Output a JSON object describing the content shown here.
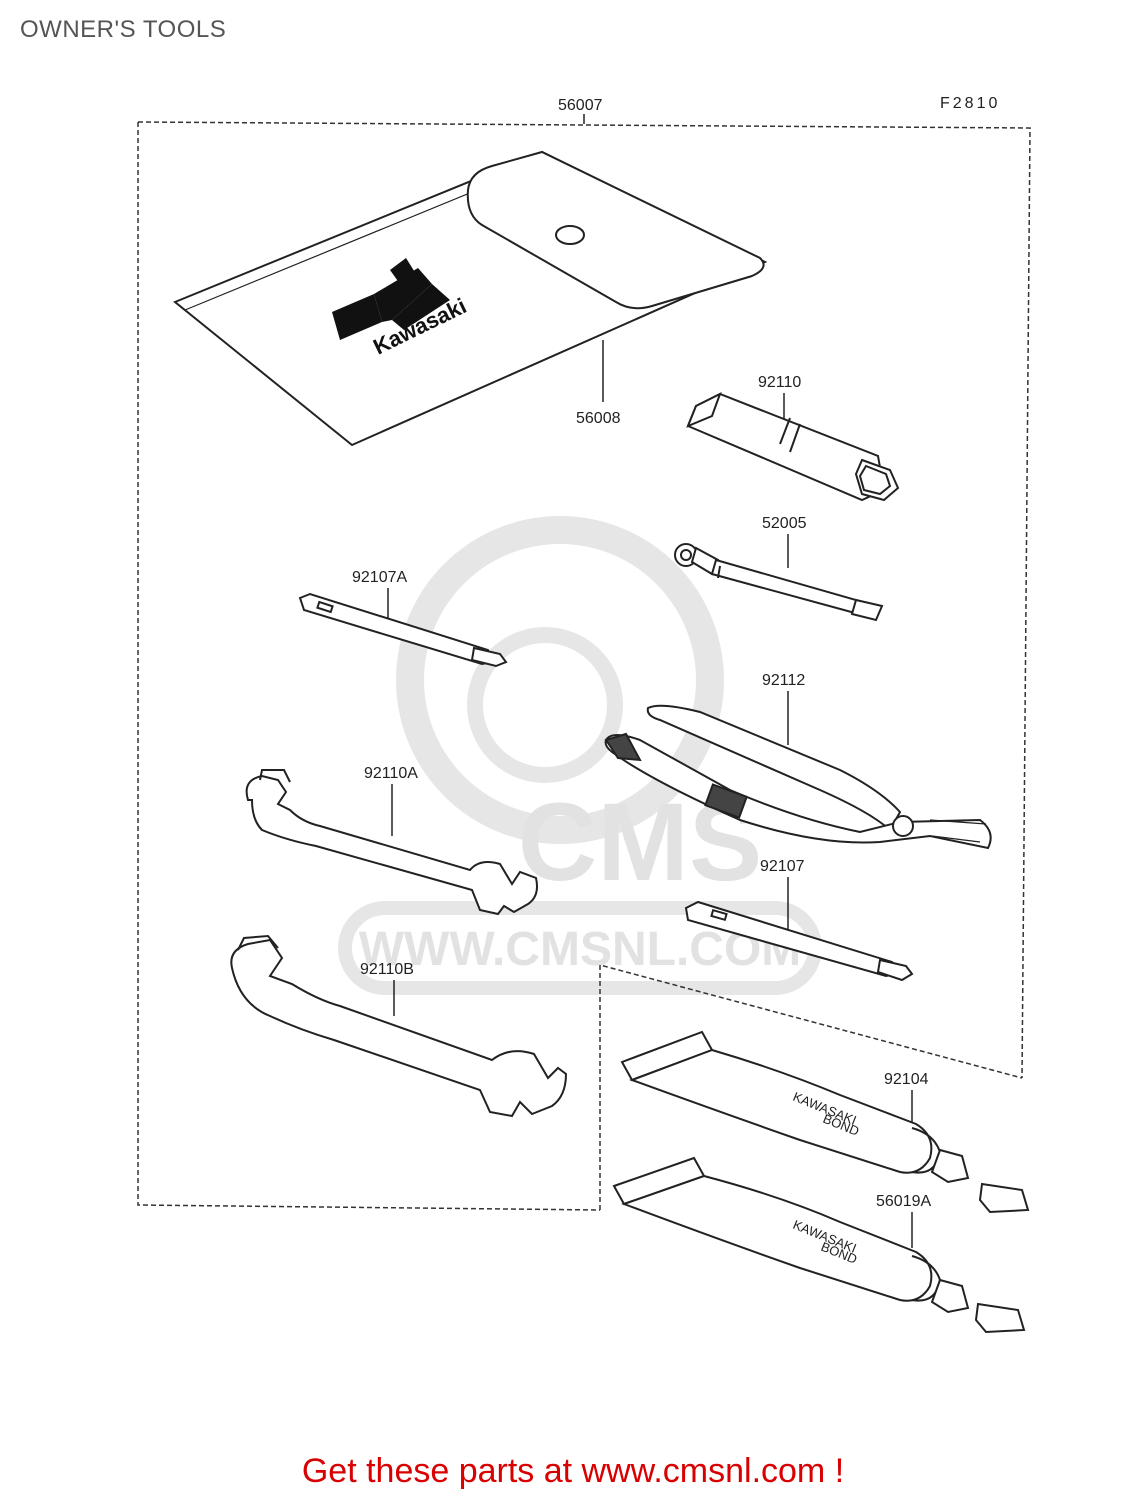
{
  "page": {
    "title": "OWNER'S TOOLS",
    "figure_code": "F2810",
    "footer": "Get these parts at www.cmsnl.com !"
  },
  "watermark": {
    "text": "WWW.CMSNL.COM",
    "logo": "CMS"
  },
  "parts": {
    "p56007": "56007",
    "p56008": "56008",
    "p92110": "92110",
    "p52005": "52005",
    "p92107A": "92107A",
    "p92112": "92112",
    "p92110A": "92110A",
    "p92107": "92107",
    "p92110B": "92110B",
    "p92104": "92104",
    "p56019A": "56019A"
  },
  "labels": {
    "pouch_brand": "Kawasaki",
    "bond_line1": "KAWASAKI",
    "bond_line2": "BOND"
  },
  "colors": {
    "line": "#222222",
    "footer": "#d80000",
    "watermark": "#e4e4e4"
  }
}
